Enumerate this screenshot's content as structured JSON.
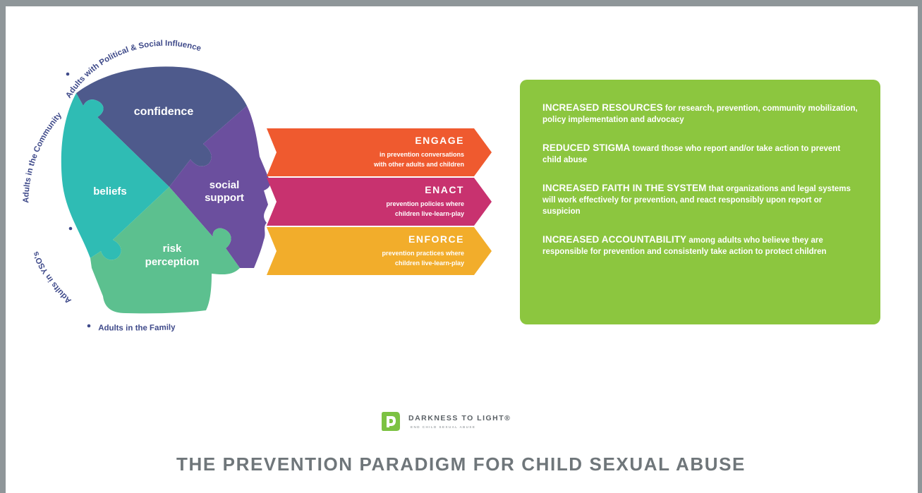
{
  "audiences": {
    "political": "Adults with Political & Social Influence",
    "community": "Adults in the Community",
    "ysos": "Adults in YSO's",
    "family": "Adults in the Family"
  },
  "head_segments": {
    "confidence": "confidence",
    "beliefs": "beliefs",
    "social_1": "social",
    "social_2": "support",
    "risk_1": "risk",
    "risk_2": "perception"
  },
  "actions": [
    {
      "title": "ENGAGE",
      "line1": "in prevention conversations",
      "line2": "with other adults and children",
      "color": "#ef5a2f"
    },
    {
      "title": "ENACT",
      "line1": "prevention policies where",
      "line2": "children live-learn-play",
      "color": "#c8326f"
    },
    {
      "title": "ENFORCE",
      "line1": "prevention practices where",
      "line2": "children live-learn-play",
      "color": "#f2ad2b"
    }
  ],
  "outcomes": [
    {
      "heading": "INCREASED RESOURCES",
      "text": " for research, prevention, community mobilization, policy implementation and advocacy"
    },
    {
      "heading": "REDUCED STIGMA",
      "text": " toward those who report and/or take action to prevent child abuse"
    },
    {
      "heading": "INCREASED FAITH IN THE SYSTEM",
      "text": " that organizations and legal systems will work effectively for prevention, and react responsibly upon report or suspicion"
    },
    {
      "heading": "INCREASED ACCOUNTABILITY",
      "text": " among adults who believe they are responsible for prevention and consistenly take action to protect children"
    }
  ],
  "logo": {
    "name": "DARKNESS TO LIGHT®",
    "tagline": "END CHILD SEXUAL ABUSE"
  },
  "title": "THE PREVENTION PARADIGM FOR CHILD SEXUAL ABUSE",
  "colors": {
    "frame": "#8f9699",
    "confidence": "#4e5a8c",
    "beliefs": "#2fbcb4",
    "social_support": "#6b4f9e",
    "risk_perception": "#5cc08f",
    "outcomes_box": "#8cc63f",
    "audience_text": "#3f4a8a"
  }
}
